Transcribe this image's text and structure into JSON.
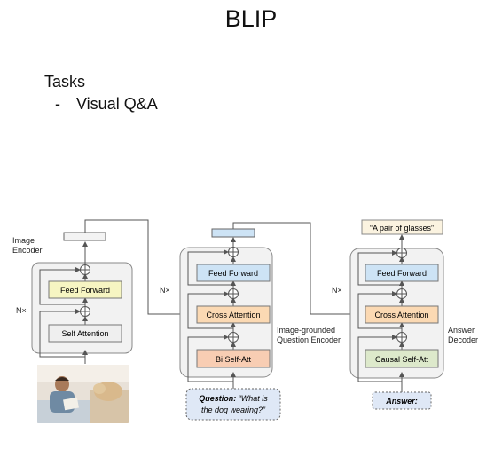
{
  "title": "BLIP",
  "tasks": {
    "heading": "Tasks",
    "bullet": "-",
    "items": [
      "Visual Q&A"
    ]
  },
  "diagram": {
    "image_encoder": {
      "label_line1": "Image",
      "label_line2": "Encoder",
      "repeat": "N×",
      "feed_forward": "Feed Forward",
      "self_attention": "Self Attention"
    },
    "question_encoder": {
      "repeat": "N×",
      "feed_forward": "Feed Forward",
      "cross_attention": "Cross Attention",
      "bi_self_att": "Bi Self-Att",
      "label_line1": "Image-grounded",
      "label_line2": "Question Encoder",
      "input_prefix": "Question:",
      "input_rest_line1": " “What is",
      "input_line2": "the dog wearing?”"
    },
    "answer_decoder": {
      "repeat": "N×",
      "output": "“A pair of glasses”",
      "feed_forward": "Feed Forward",
      "cross_attention": "Cross Attention",
      "causal_self_att": "Causal Self-Att",
      "label_line1": "Answer",
      "label_line2": "Decoder",
      "input": "Answer:"
    }
  },
  "colors": {
    "feed_forward_yellow": "#f6f5c2",
    "feed_forward_blue": "#cde3f5",
    "cross_attention": "#fbd9b3",
    "bi_self_att": "#f8cdb3",
    "causal_self_att": "#dde9cb",
    "self_attention": "#efefef",
    "input_box": "#dfe8f6",
    "output_box": "#fbf3e0",
    "stack_bg": "#f2f2f2",
    "line": "#555555"
  }
}
